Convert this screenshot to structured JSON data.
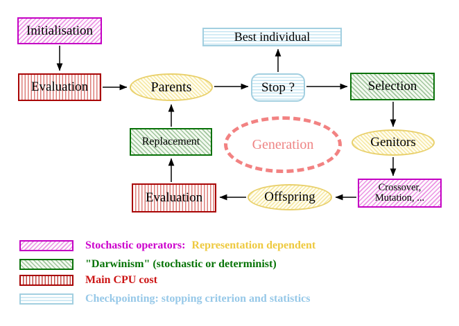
{
  "diagram": {
    "title": "Evolutionary algorithm generation loop",
    "nodes": {
      "initialisation": {
        "label": "Initialisation",
        "style": "stochastic-operator-magenta-hatch"
      },
      "evaluation_top": {
        "label": "Evaluation",
        "style": "cpu-cost-red-stripes"
      },
      "parents": {
        "label": "Parents",
        "style": "yellow-population-ellipse"
      },
      "best_individual": {
        "label": "Best individual",
        "style": "checkpointing-cyan-stripes"
      },
      "stop": {
        "label": "Stop ?",
        "style": "checkpointing-cyan-stripes"
      },
      "selection": {
        "label": "Selection",
        "style": "darwinism-green-hatch"
      },
      "genitors": {
        "label": "Genitors",
        "style": "yellow-population-ellipse"
      },
      "crossover_mutation": {
        "line1": "Crossover,",
        "line2": "Mutation, ...",
        "style": "stochastic-operator-magenta-hatch"
      },
      "offspring": {
        "label": "Offspring",
        "style": "yellow-population-ellipse"
      },
      "evaluation_bottom": {
        "label": "Evaluation",
        "style": "cpu-cost-red-stripes"
      },
      "replacement": {
        "label": "Replacement",
        "style": "darwinism-green-hatch"
      },
      "generation": {
        "label": "Generation",
        "style": "dashed-coral-ellipse"
      }
    },
    "arrows": [
      "initialisation -> evaluation_top",
      "evaluation_top -> parents",
      "parents -> stop",
      "stop -> best_individual",
      "stop -> selection",
      "selection -> genitors",
      "genitors -> crossover_mutation",
      "crossover_mutation -> offspring",
      "offspring -> evaluation_bottom",
      "evaluation_bottom -> replacement",
      "replacement -> parents"
    ]
  },
  "legend": {
    "rows": [
      {
        "swatch": "magenta-diagonal-hatch",
        "parts": [
          {
            "text": "Stochastic operators:",
            "color": "#cc00cc"
          },
          {
            "text": "Representation dependent",
            "color": "#eec93e"
          }
        ]
      },
      {
        "swatch": "green-diagonal-hatch",
        "parts": [
          {
            "text": "\"Darwinism\" (stochastic or determinist)",
            "color": "#067306"
          }
        ]
      },
      {
        "swatch": "red-vertical-stripes",
        "parts": [
          {
            "text": "Main CPU cost",
            "color": "#cc1414"
          }
        ]
      },
      {
        "swatch": "cyan-horizontal-stripes",
        "parts": [
          {
            "text": "Checkpointing: stopping criterion and statistics",
            "color": "#96c8e8"
          }
        ]
      }
    ]
  },
  "colors": {
    "magenta_border": "#c400c4",
    "red_border": "#a80404",
    "green_border": "#077107",
    "cyan_border": "#a2cfe0",
    "yellow_border": "#e9d06b",
    "coral_dashed": "#f28282",
    "arrow": "#000000",
    "background": "#ffffff"
  }
}
